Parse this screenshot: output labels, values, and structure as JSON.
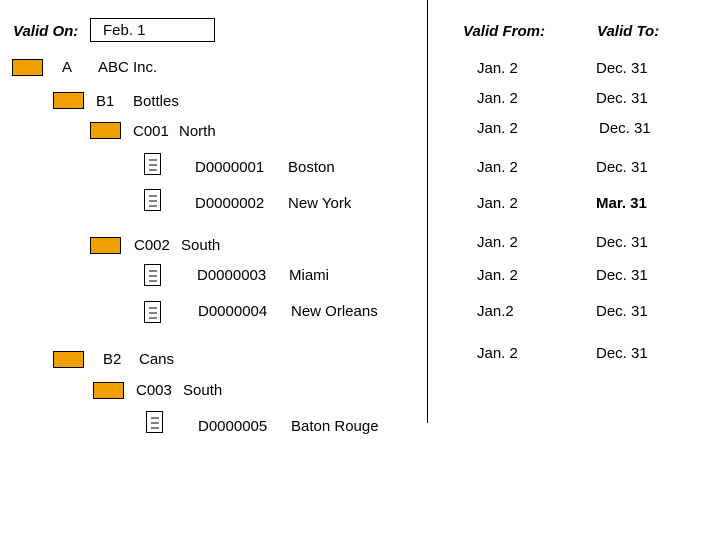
{
  "header": {
    "valid_on_label": "Valid On:",
    "valid_on_value": "Feb. 1",
    "valid_from_label": "Valid From:",
    "valid_to_label": "Valid To:"
  },
  "tree": {
    "a": {
      "code": "A",
      "name": "ABC Inc.",
      "from": "Jan. 2",
      "to": "Dec. 31"
    },
    "b1": {
      "code": "B1",
      "name": "Bottles",
      "from": "Jan. 2",
      "to": "Dec. 31"
    },
    "c001": {
      "code": "C001",
      "name": "North",
      "from": "Jan. 2",
      "to": "Dec. 31"
    },
    "d1": {
      "code": "D0000001",
      "name": "Boston",
      "from": "Jan. 2",
      "to": "Dec. 31"
    },
    "d2": {
      "code": "D0000002",
      "name": "New York",
      "from": "Jan. 2",
      "to": "Mar. 31"
    },
    "c002": {
      "code": "C002",
      "name": "South",
      "from": "Jan. 2",
      "to": "Dec. 31"
    },
    "d3": {
      "code": "D0000003",
      "name": "Miami",
      "from": "Jan. 2",
      "to": "Dec. 31"
    },
    "d4": {
      "code": "D0000004",
      "name": "New Orleans",
      "from": "Jan.2",
      "to": "Dec. 31"
    },
    "b2": {
      "code": "B2",
      "name": "Cans",
      "from": "Jan. 2",
      "to": "Dec. 31"
    },
    "c003": {
      "code": "C003",
      "name": "South"
    },
    "d5": {
      "code": "D0000005",
      "name": "Baton Rouge"
    }
  },
  "colors": {
    "folder": "#f2a000",
    "divider": "#000000"
  },
  "icons": {
    "folder": "folder-icon",
    "document": "document-icon"
  }
}
